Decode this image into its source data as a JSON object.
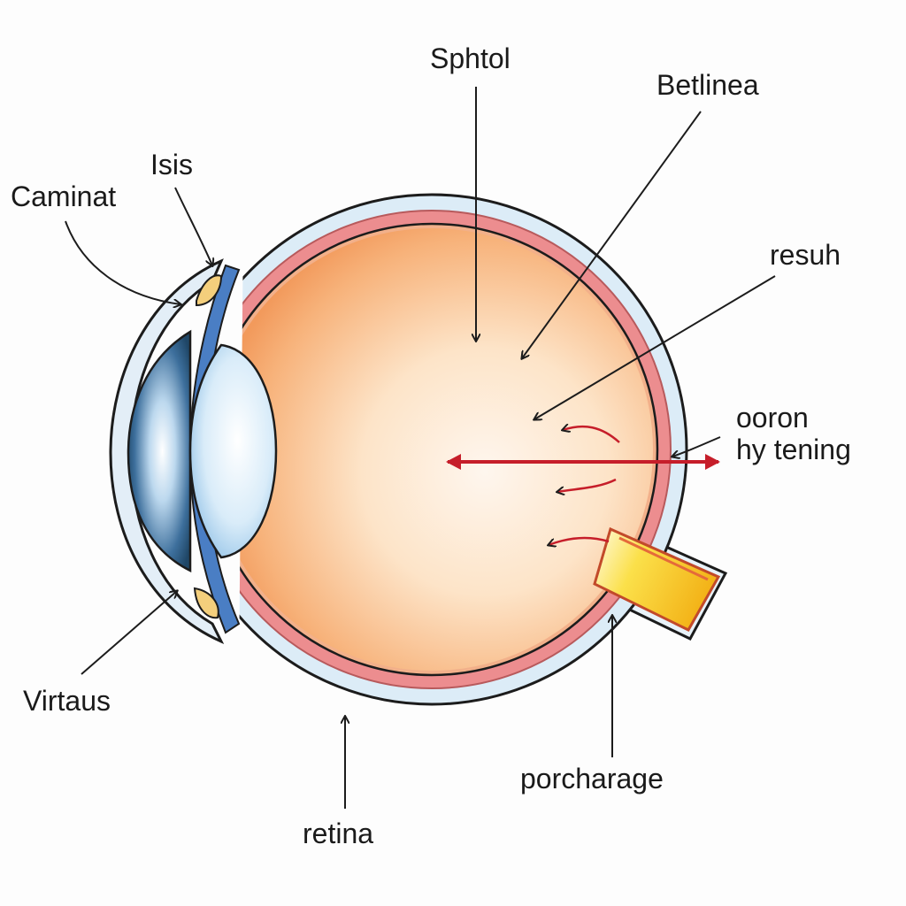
{
  "diagram": {
    "labels": {
      "sphtol": "Sphtol",
      "betlinea": "Betlinea",
      "isis": "Isis",
      "caminat": "Caminat",
      "resuh": "resuh",
      "ooron": "ooron",
      "hyatening": "hy tening",
      "virtaus": "Virtaus",
      "porcharage": "porcharage",
      "retina": "retina"
    },
    "colors": {
      "outline": "#1c1c1c",
      "sclera": "#dcecf7",
      "choroid": "#ec8d8f",
      "vitreous_edge": "#f2a66a",
      "vitreous_center": "#fdf1e6",
      "lens": "#cfe6f6",
      "cornea": "#5f8fbb",
      "iris_band": "#4a7ec4",
      "optic_nerve": "#f5c22a",
      "ciliary": "#f4cf7c",
      "red_arrow": "#c61e2a"
    }
  }
}
